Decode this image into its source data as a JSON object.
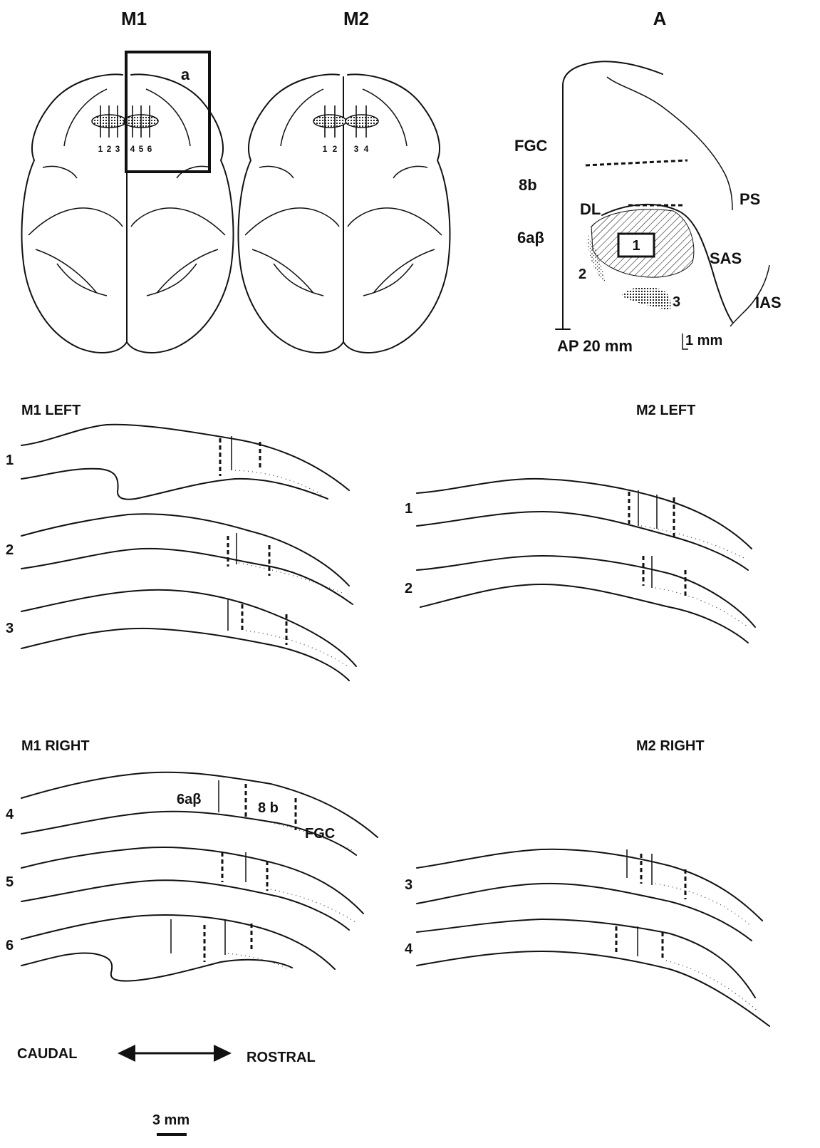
{
  "panels": {
    "m1_title": "M1",
    "m2_title": "M2",
    "a_title": "A",
    "inset_label": "a"
  },
  "m1_probes": [
    "1",
    "2",
    "3",
    "4",
    "5",
    "6"
  ],
  "m2_probes": [
    "1",
    "2",
    "3",
    "4"
  ],
  "area_diagram": {
    "fgc": "FGC",
    "b8": "8b",
    "a6": "6aβ",
    "dl": "DL",
    "ps": "PS",
    "sas": "SAS",
    "ias": "IAS",
    "region1": "1",
    "region2": "2",
    "region3": "3",
    "ap": "AP 20 mm",
    "scale": "1 mm"
  },
  "sections": {
    "m1_left": {
      "title": "M1  LEFT",
      "rows": [
        "1",
        "2",
        "3"
      ]
    },
    "m2_left": {
      "title": "M2  LEFT",
      "rows": [
        "1",
        "2"
      ]
    },
    "m1_right": {
      "title": "M1  RIGHT",
      "rows": [
        "4",
        "5",
        "6"
      ],
      "area_labels": {
        "a6": "6aβ",
        "b8": "8 b",
        "fgc": "FGC"
      }
    },
    "m2_right": {
      "title": "M2  RIGHT",
      "rows": [
        "3",
        "4"
      ]
    }
  },
  "orientation": {
    "caudal": "CAUDAL",
    "rostral": "ROSTRAL"
  },
  "scale_bar": "3 mm"
}
